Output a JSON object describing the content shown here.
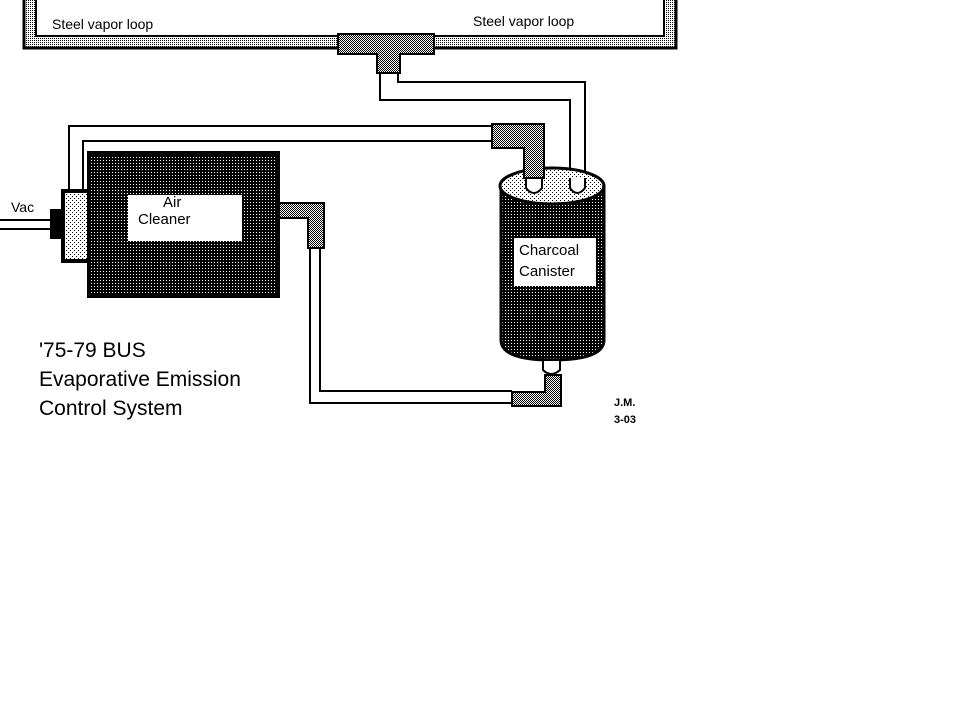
{
  "diagram": {
    "title_lines": [
      "'75-79  BUS",
      "Evaporative Emission",
      "Control System"
    ],
    "labels": {
      "steel_vapor_loop_left": "Steel vapor loop",
      "steel_vapor_loop_right": "Steel vapor loop",
      "vac": "Vac",
      "air_cleaner_line1": "Air",
      "air_cleaner_line2": "Cleaner",
      "charcoal_canister_line1": "Charcoal",
      "charcoal_canister_line2": "Canister"
    },
    "signature": {
      "initials": "J.M.",
      "date": "3-03"
    },
    "components": [
      "steel-vapor-loop",
      "tee-fitting",
      "air-cleaner",
      "charcoal-canister",
      "vacuum-line",
      "elbow-fittings"
    ],
    "colors": {
      "line": "#000000",
      "background": "#ffffff",
      "pipe_fill": "#c8c8c8",
      "dark_fill": "#3a3a3a",
      "fitting_fill": "#8a8a8a",
      "light_fill": "#d8d8d8"
    }
  }
}
